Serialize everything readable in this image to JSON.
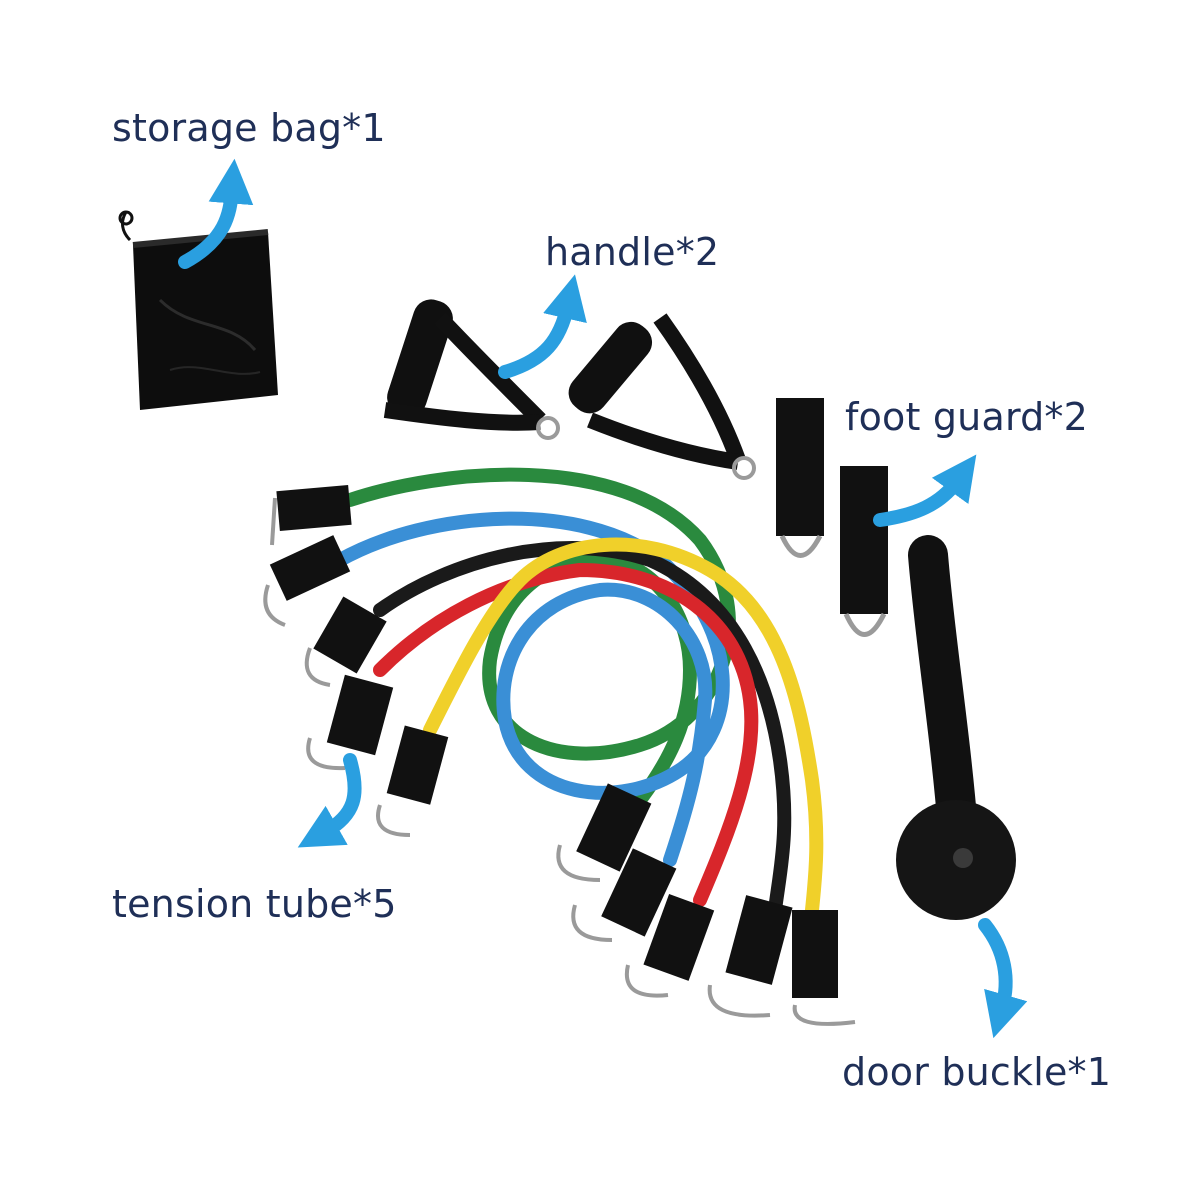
{
  "labels": {
    "storage_bag": "storage bag*1",
    "handle": "handle*2",
    "foot_guard": "foot guard*2",
    "tension_tube": "tension tube*5",
    "door_buckle": "door buckle*1"
  },
  "colors": {
    "label_text": "#1f2f57",
    "arrow": "#2a9fe0",
    "strap": "#111111",
    "tube_green": "#2a8a3e",
    "tube_blue": "#3a8fd6",
    "tube_black": "#1a1a1a",
    "tube_red": "#d8262b",
    "tube_yellow": "#f0d02a"
  },
  "icons": {
    "arrow": "curved-arrow-icon",
    "carabiner": "carabiner-icon"
  }
}
